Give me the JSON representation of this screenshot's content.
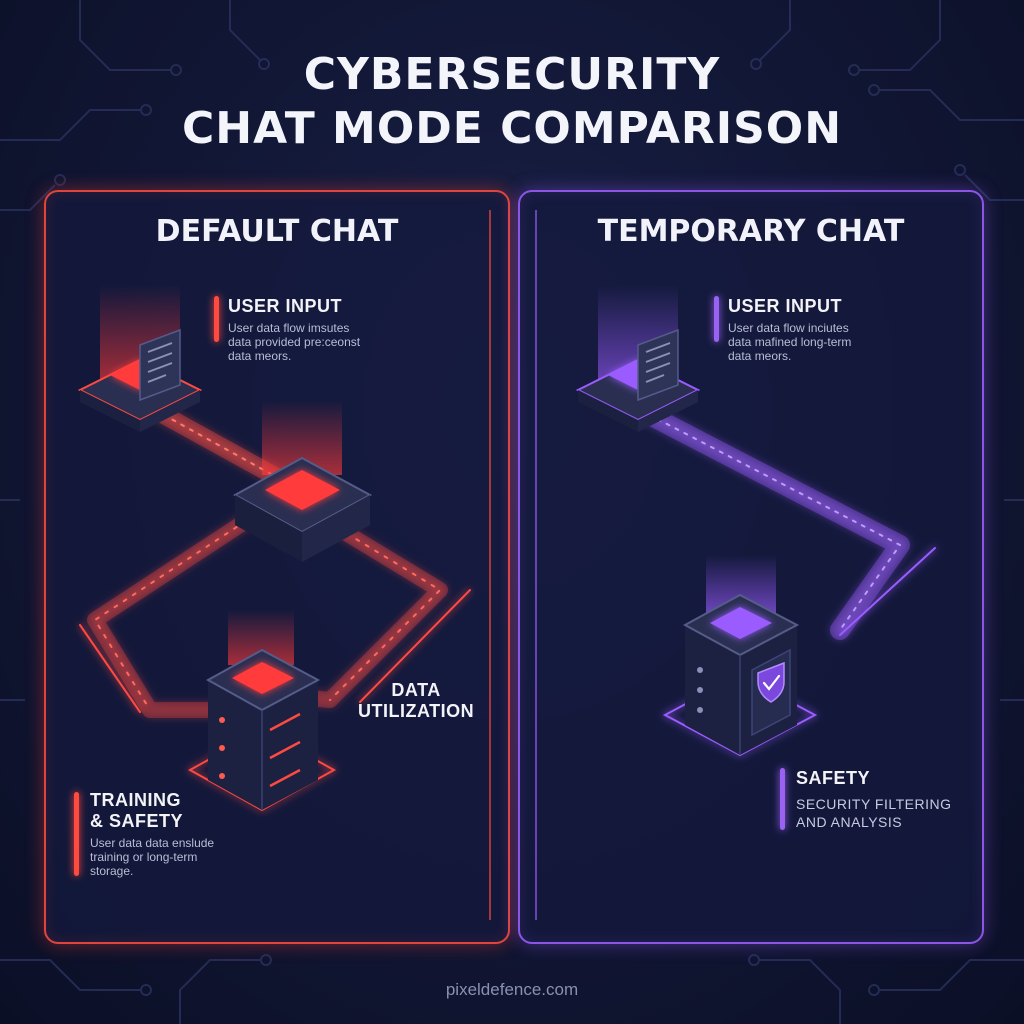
{
  "title": {
    "line1": "CYBERSECURITY",
    "line2": "CHAT MODE COMPARISON"
  },
  "colors": {
    "default_accent": "#e0453d",
    "temporary_accent": "#8c55e6",
    "background": "#111634"
  },
  "default_chat": {
    "title": "DEFAULT CHAT",
    "user_input": {
      "heading": "USER INPUT",
      "desc": [
        "User data flow imsutes",
        "data provided pre:ceonst",
        "data meors."
      ]
    },
    "data_utilization": {
      "line1": "DATA",
      "line2": "UTILIZATION"
    },
    "training": {
      "heading1": "TRAINING",
      "heading2": "& SAFETY",
      "desc": [
        "User data data enslude",
        "training or long-term",
        "storage."
      ]
    },
    "icons": [
      "document-icon",
      "processor-chip-icon",
      "server-stack-icon"
    ]
  },
  "temporary_chat": {
    "title": "TEMPORARY CHAT",
    "user_input": {
      "heading": "USER INPUT",
      "desc": [
        "User data flow inciutes",
        "data mafined long-term",
        "data meors."
      ]
    },
    "safety": {
      "heading": "SAFETY",
      "desc": [
        "SECURITY FILTERING",
        "AND ANALYSIS"
      ]
    },
    "icons": [
      "document-icon",
      "shield-check-icon"
    ]
  },
  "footer": "pixeldefence.com"
}
